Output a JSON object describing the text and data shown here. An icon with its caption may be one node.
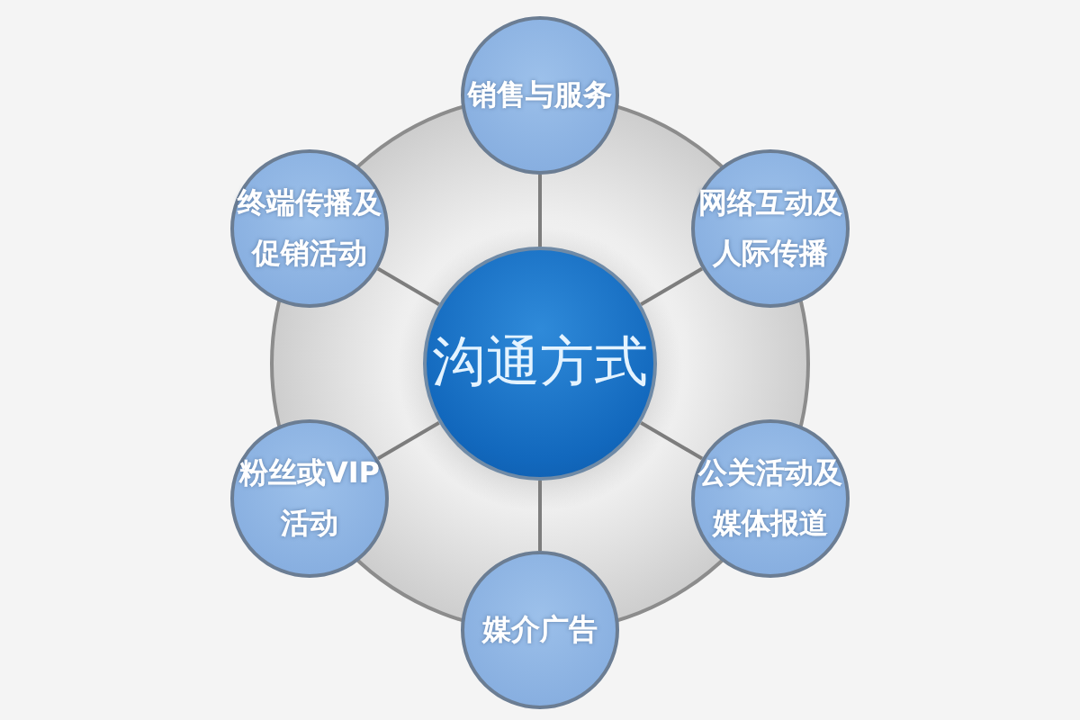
{
  "diagram": {
    "nodes": [
      {
        "text": [
          "沟通方式"
        ]
      },
      {
        "text": [
          "销售与服务"
        ]
      },
      {
        "text": [
          "网络互动及人际传播"
        ]
      },
      {
        "text": [
          "公关活动及媒体报道"
        ]
      },
      {
        "text": [
          "媒介广告"
        ]
      },
      {
        "text": [
          "粉丝或VIP活动"
        ]
      },
      {
        "text": [
          "终端传播及促销活动"
        ]
      }
    ],
    "edges": [
      {
        "from": 0,
        "to": 1,
        "arrow": "none"
      },
      {
        "from": 0,
        "to": 2,
        "arrow": "none"
      },
      {
        "from": 0,
        "to": 3,
        "arrow": "none"
      },
      {
        "from": 0,
        "to": 4,
        "arrow": "none"
      },
      {
        "from": 0,
        "to": 5,
        "arrow": "none"
      },
      {
        "from": 0,
        "to": 6,
        "arrow": "none"
      }
    ]
  }
}
